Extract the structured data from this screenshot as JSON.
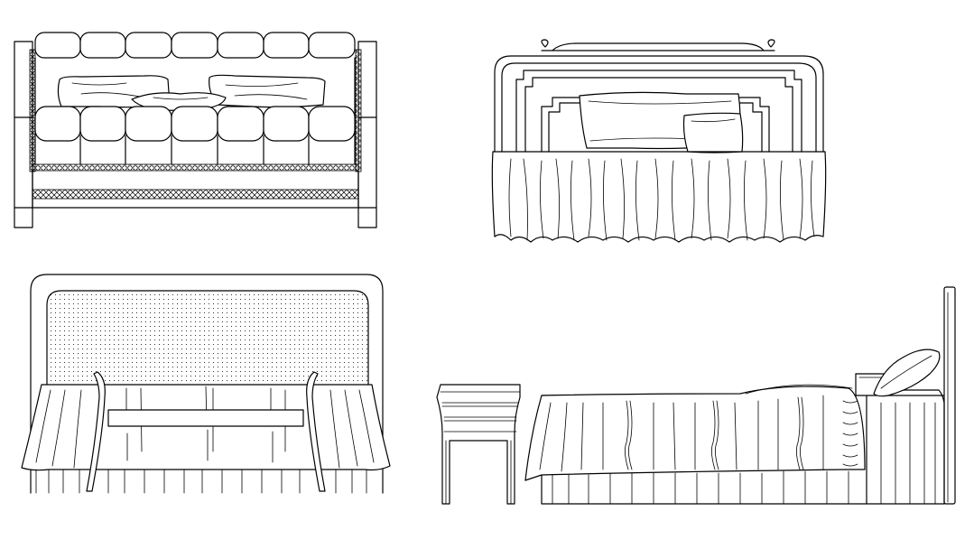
{
  "drawing": {
    "background": "#ffffff",
    "line_color": "#000000",
    "views": [
      {
        "id": "tufted-sofa-front",
        "kind": "cushions"
      },
      {
        "id": "ornate-bed-front",
        "kind": "bed-with-skirt"
      },
      {
        "id": "upholstered-bed-front",
        "kind": "bed-with-bench"
      },
      {
        "id": "bed-side-view",
        "kind": "bed-with-nightstand"
      }
    ]
  }
}
